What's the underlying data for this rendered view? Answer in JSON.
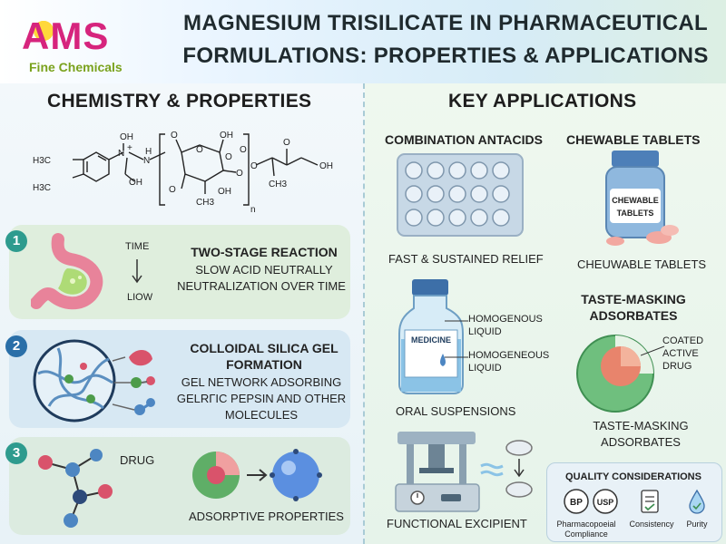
{
  "logo": {
    "brand": "AMS",
    "subtitle": "Fine Chemicals"
  },
  "title_line1": "MAGNESIUM TRISILICATE IN PHARMACEUTICAL",
  "title_line2": "FORMULATIONS: PROPERTIES & APPLICATIONS",
  "left": {
    "heading": "CHEMISTRY & PROPERTIES",
    "structure": {
      "labels": [
        "OH",
        "N",
        "+",
        "N",
        "H",
        "H3C",
        "H3C",
        "OH",
        "O",
        "O",
        "OH",
        "O",
        "O",
        "O",
        "CH3",
        "OH",
        "n",
        "O",
        "CH3",
        "O",
        "OH",
        "O"
      ]
    },
    "cards": [
      {
        "number": "1",
        "axis_top": "TIME",
        "axis_bottom": "LIOW",
        "title": "TWO-STAGE REACTION",
        "desc_line1": "SLOW ACID NEUTRALLY",
        "desc_line2": "NEUTRALIZATION OVER TIME"
      },
      {
        "number": "2",
        "title_line1": "COLLOIDAL SILICA GEL",
        "title_line2": "FORMATION",
        "desc_line1": "GEL NETWORK ADSORBING",
        "desc_line2": "GELRΓIC PEPSIN AND OTHER",
        "desc_line3": "MOLECULES"
      },
      {
        "number": "3",
        "drug_label": "DRUG",
        "desc": "ADSORPTIVE PROPERTIES"
      }
    ]
  },
  "right": {
    "heading": "KEY APPLICATIONS",
    "combo": {
      "title": "COMBINATION ANTACIDS",
      "caption": "FAST & SUSTAINED RELIEF"
    },
    "chewable": {
      "title": "CHEWABLE TABLETS",
      "bottle_line1": "CHEWABLE",
      "bottle_line2": "TABLETS",
      "caption": "CHEUWABLE TABLETS"
    },
    "suspension": {
      "bottle_label": "MEDICINE",
      "label1_line1": "HOMOGENOUS",
      "label1_line2": "LIQUID",
      "label2_line1": "HOMOGENEOUS",
      "label2_line2": "LIQUID",
      "caption": "ORAL SUSPENSIONS"
    },
    "taste": {
      "title_line1": "TASTE-MASKING",
      "title_line2": "ADSORBATES",
      "label_line1": "COATED",
      "label_line2": "ACTIVE",
      "label_line3": "DRUG",
      "caption_line1": "TASTE-MASKING",
      "caption_line2": "ADSORBATES"
    },
    "excipient": {
      "caption": "FUNCTIONAL EXCIPIENT"
    },
    "quality": {
      "title": "QUALITY CONSIDERATIONS",
      "bp": "BP",
      "usp": "USP",
      "item1_line1": "Pharmacopoeial",
      "item1_line2": "Compliance",
      "item2": "Consistency",
      "item3": "Purity"
    }
  }
}
